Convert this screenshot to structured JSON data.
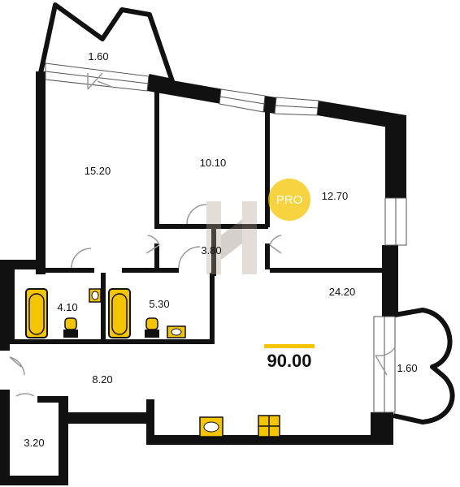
{
  "plan": {
    "total_area": "90.00",
    "accent_color": "#f5c400",
    "watermark": "PRO",
    "rooms": {
      "balcony_top": "1.60",
      "room_left": "15.20",
      "room_middle": "10.10",
      "room_right": "12.70",
      "hall_small": "3.80",
      "bath_1": "4.10",
      "bath_2": "5.30",
      "kitchen_living": "24.20",
      "corridor": "8.20",
      "storage": "3.20",
      "balcony_right": "1.60"
    },
    "icons": [
      "bathtub-icon",
      "toilet-icon",
      "sink-icon",
      "kitchen-sink-icon",
      "stove-icon",
      "watermark-logo"
    ]
  }
}
